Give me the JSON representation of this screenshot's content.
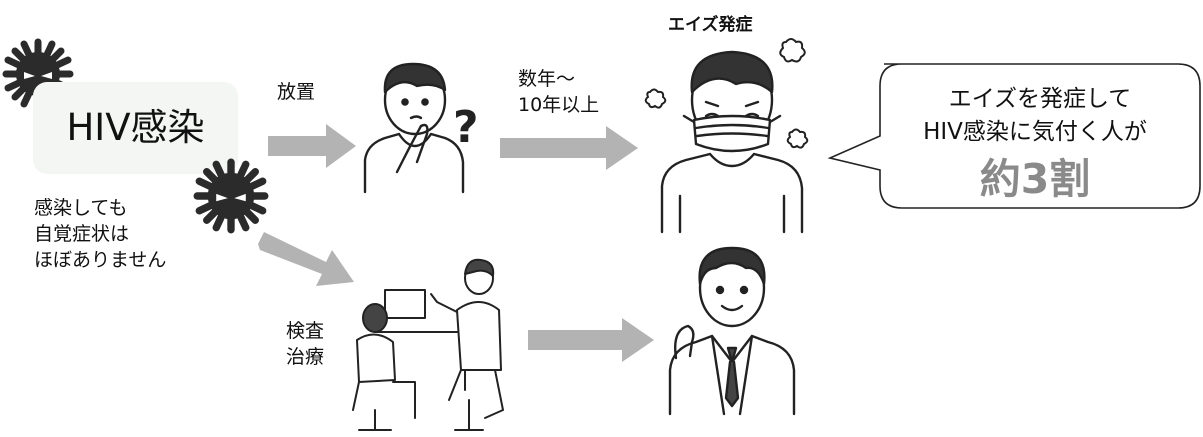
{
  "hiv_box": {
    "title": "HIV感染"
  },
  "infection_note": {
    "lines": [
      "感染しても",
      "自覚症状は",
      "ほぼありません"
    ]
  },
  "labels": {
    "neglect": "放置",
    "years": [
      "数年〜",
      "10年以上"
    ],
    "aids_onset": "エイズ発症",
    "test_treat": [
      "検査",
      "治療"
    ],
    "question_mark": "?"
  },
  "bubble": {
    "line1": "エイズを発症して",
    "line2": "HIV感染に気付く人が",
    "highlight": "約3割"
  },
  "colors": {
    "arrow": "#b3b3b3",
    "virus": "#2b2b2b",
    "highlight_text": "#8a8a8a",
    "hiv_box_bg": "#f4f6f3"
  }
}
